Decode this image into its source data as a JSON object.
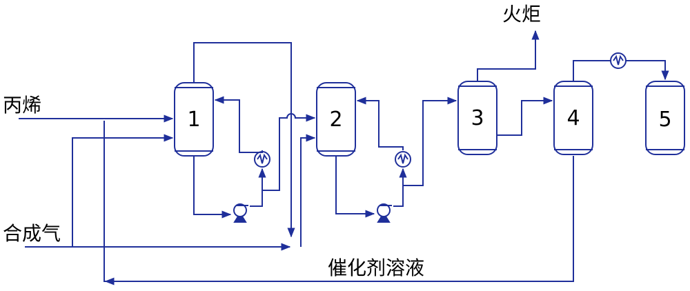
{
  "labels": {
    "propylene": "丙烯",
    "syngas": "合成气",
    "flare": "火炬",
    "catalyst_solution": "催化剂溶液"
  },
  "vessels": [
    {
      "id": "1",
      "label": "1"
    },
    {
      "id": "2",
      "label": "2"
    },
    {
      "id": "3",
      "label": "3"
    },
    {
      "id": "4",
      "label": "4"
    },
    {
      "id": "5",
      "label": "5"
    }
  ],
  "colors": {
    "line": "#1f2f9a",
    "text": "#000000",
    "background": "#ffffff"
  }
}
